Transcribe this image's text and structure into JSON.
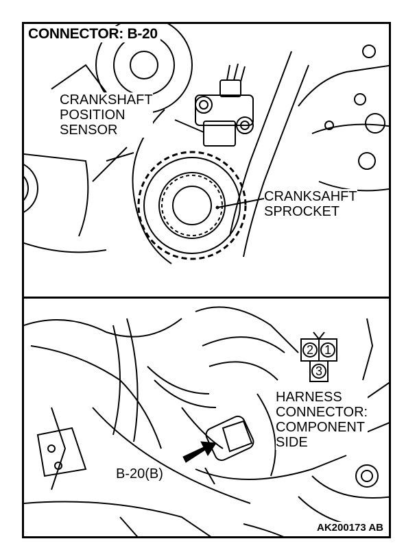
{
  "title": "CONNECTOR: B-20",
  "labels": {
    "sensor": "CRANKSHAFT\nPOSITION\nSENSOR",
    "sprocket": "CRANKSAHFT\nSPROCKET",
    "harness": "HARNESS\nCONNECTOR:\nCOMPONENT\nSIDE",
    "connector_ref": "B-20(B)"
  },
  "connector_pins": [
    "2",
    "1",
    "3"
  ],
  "figure_code": "AK200173 AB"
}
